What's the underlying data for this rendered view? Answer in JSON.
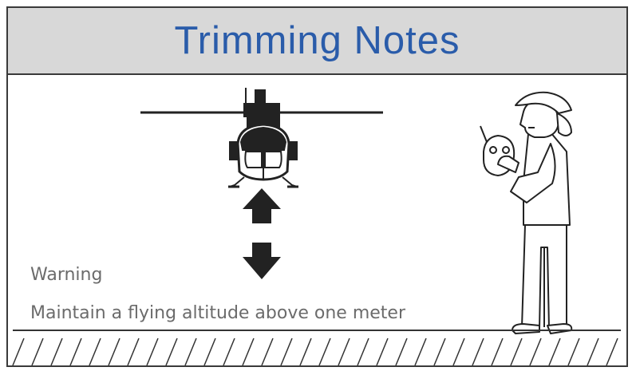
{
  "header": {
    "title": "Trimming Notes"
  },
  "warning": {
    "label": "Warning"
  },
  "note": {
    "text": "Maintain a flying altitude above one meter"
  },
  "icons": [
    "helicopter-icon",
    "arrow-up-icon",
    "arrow-down-icon",
    "pilot-with-transmitter-icon",
    "ground-hatch"
  ],
  "colors": {
    "title": "#2a5caa",
    "header_bg": "#d8d8d8",
    "text": "#6b6b6b",
    "line": "#222222"
  }
}
